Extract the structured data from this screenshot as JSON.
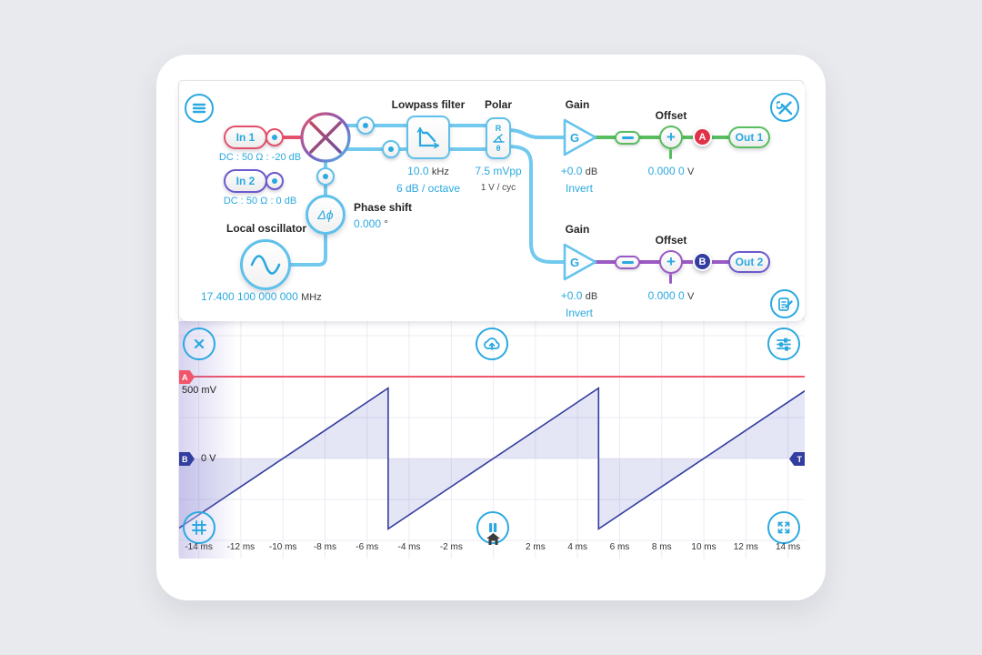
{
  "app": {
    "menu_icon": "hamburger",
    "tools_icon": "crossed wrench and screwdriver",
    "notes_icon": "document with pencil"
  },
  "colors": {
    "accent_blue": "#2ba9e0",
    "wire_blue": "#72c9ee",
    "wire_red": "#e4506b",
    "wire_purple_in2": "#6a5acd",
    "wire_green_out1": "#57bd5e",
    "wire_purple_out2": "#9a5bc4",
    "badge_a_red": "#e03247",
    "badge_b_navy": "#323e9f",
    "trace_a_red": "#f2556b",
    "trace_b_indigo": "#333d9e"
  },
  "diagram": {
    "inputs": [
      {
        "label": "In 1",
        "detail": "DC : 50 Ω : -20 dB"
      },
      {
        "label": "In 2",
        "detail": "DC : 50 Ω : 0 dB"
      }
    ],
    "local_oscillator": {
      "label": "Local oscillator",
      "value": "17.400 100 000 000",
      "unit": "MHz"
    },
    "phase_shift": {
      "symbol": "Δϕ",
      "label": "Phase shift",
      "value": "0.000",
      "unit": "°"
    },
    "lowpass": {
      "label": "Lowpass filter",
      "value": "10.0",
      "unit": "kHz",
      "slope": "6 dB / octave"
    },
    "polar": {
      "label": "Polar",
      "r": "R",
      "theta": "θ",
      "value": "7.5 mVpp",
      "scale": "1 V / cyc"
    },
    "channels": [
      {
        "gain_label": "Gain",
        "g": "G",
        "gain_value": "+0.0",
        "gain_unit": "dB",
        "invert": "Invert",
        "offset_label": "Offset",
        "offset_value": "0.000 0",
        "offset_unit": "V",
        "badge": "A",
        "out": "Out 1"
      },
      {
        "gain_label": "Gain",
        "g": "G",
        "gain_value": "+0.0",
        "gain_unit": "dB",
        "invert": "Invert",
        "offset_label": "Offset",
        "offset_value": "0.000 0",
        "offset_unit": "V",
        "badge": "B",
        "out": "Out 2"
      }
    ]
  },
  "scope": {
    "markers": {
      "a": {
        "label": "A",
        "value": "500 mV"
      },
      "b": {
        "label": "B",
        "value": "0 V"
      },
      "t": {
        "label": "T"
      }
    },
    "x_ticks": [
      {
        "t_ms": -14,
        "label": "-14 ms"
      },
      {
        "t_ms": -12,
        "label": "-12 ms"
      },
      {
        "t_ms": -10,
        "label": "-10 ms"
      },
      {
        "t_ms": -8,
        "label": "-8 ms"
      },
      {
        "t_ms": -6,
        "label": "-6 ms"
      },
      {
        "t_ms": -4,
        "label": "-4 ms"
      },
      {
        "t_ms": -2,
        "label": "-2 ms"
      },
      {
        "t_ms": 2,
        "label": "2 ms"
      },
      {
        "t_ms": 4,
        "label": "4 ms"
      },
      {
        "t_ms": 6,
        "label": "6 ms"
      },
      {
        "t_ms": 8,
        "label": "8 ms"
      },
      {
        "t_ms": 10,
        "label": "10 ms"
      },
      {
        "t_ms": 12,
        "label": "12 ms"
      },
      {
        "t_ms": 14,
        "label": "14 ms"
      }
    ],
    "chart_data": {
      "type": "line",
      "x_unit": "ms",
      "x_range_ms": [
        -15,
        15
      ],
      "x_tick_step_ms": 2,
      "y_unit": "mV",
      "y_tick_step_mV": 250,
      "grid": true,
      "series": [
        {
          "name": "Channel A",
          "shape": "flat",
          "value_mV": 500,
          "color": "#f2556b"
        },
        {
          "name": "Channel B",
          "shape": "sawtooth",
          "period_ms": 10,
          "reset_times_ms": [
            -5,
            5
          ],
          "min_mV": -430,
          "max_mV": 430,
          "color": "#333d9e",
          "fill": "rgba(90,95,190,0.16)"
        }
      ],
      "trigger": {
        "time_ms": 0,
        "level_mV": 0
      }
    }
  }
}
